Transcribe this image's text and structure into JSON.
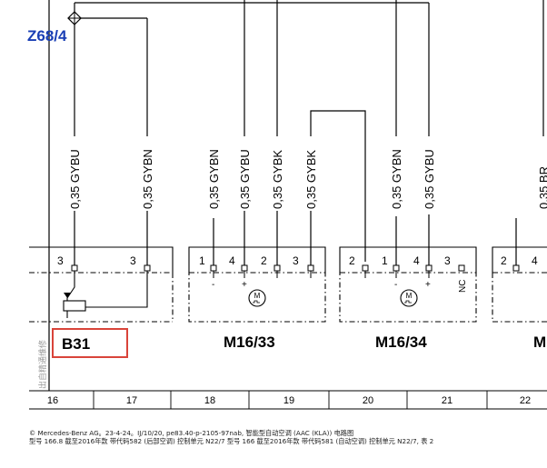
{
  "page_ref": "Z68/4",
  "wires": [
    {
      "id": "w1",
      "label": "0,35 GYBU"
    },
    {
      "id": "w2",
      "label": "0,35 GYBN"
    },
    {
      "id": "w3",
      "label": "0,35 GYBN"
    },
    {
      "id": "w4",
      "label": "0,35 GYBU"
    },
    {
      "id": "w5",
      "label": "0,35 GYBK"
    },
    {
      "id": "w6",
      "label": "0,35 GYBK"
    },
    {
      "id": "w7",
      "label": "0,35 GYBN"
    },
    {
      "id": "w8",
      "label": "0,35 GYBU"
    },
    {
      "id": "w9",
      "label": "0,35 BR"
    }
  ],
  "components": {
    "b31": {
      "label": "B31",
      "pins": [
        "3",
        "3"
      ]
    },
    "m16_33": {
      "label": "M16/33",
      "pins": [
        "1",
        "4",
        "2",
        "3"
      ],
      "signs": [
        "-",
        "+"
      ],
      "motor_symbol": "M"
    },
    "m16_34": {
      "label": "M16/34",
      "pins": [
        "2",
        "1",
        "4",
        "3"
      ],
      "signs": [
        "-",
        "+"
      ],
      "motor_symbol": "M",
      "nc_label": "NC"
    },
    "next": {
      "label": "M",
      "pins": [
        "2",
        "4"
      ]
    }
  },
  "side_text": "出自精通维修",
  "grid_numbers": [
    "16",
    "17",
    "18",
    "19",
    "20",
    "21",
    "22"
  ],
  "footer": {
    "line1": "© Mercedes-Benz AG。23-4-24。IJ/10/20, pe83.40-p-2105-97nab, 智能型自动空调 (AAC (KLA)) 电路图",
    "line2": "型号 166.8 截至2016年款 带代码582 (后部空调) 控制单元 N22/7 型号 166 截至2016年款 带代码581 (自动空调) 控制单元 N22/7, 表 2"
  },
  "colors": {
    "line": "#000000",
    "highlight": "#d9443a",
    "page_ref": "#1a3fb5",
    "watermark": "#999999"
  }
}
